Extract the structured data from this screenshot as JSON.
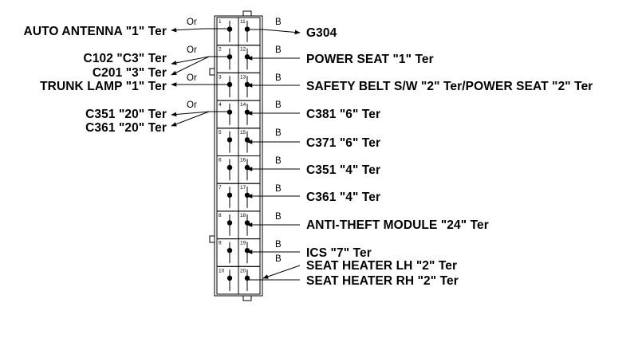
{
  "connector": {
    "pins_left": [
      "1",
      "2",
      "3",
      "4",
      "5",
      "6",
      "7",
      "8",
      "9",
      "10"
    ],
    "pins_right": [
      "11",
      "12",
      "13",
      "14",
      "15",
      "16",
      "17",
      "18",
      "19",
      "20"
    ]
  },
  "left_wires": [
    {
      "label": "AUTO ANTENNA \"1\" Ter",
      "color_code": "Or"
    },
    {
      "label": "C102 \"C3\" Ter",
      "color_code": "Or"
    },
    {
      "label": "C201 \"3\" Ter"
    },
    {
      "label": "TRUNK LAMP \"1\" Ter",
      "color_code": "Or"
    },
    {
      "label": "C351 \"20\" Ter",
      "color_code": "Or"
    },
    {
      "label": "C361 \"20\" Ter"
    }
  ],
  "right_wires": [
    {
      "label": "G304",
      "color_code": "B"
    },
    {
      "label": "POWER SEAT \"1\" Ter",
      "color_code": "B"
    },
    {
      "label": "SAFETY BELT S/W \"2\" Ter/POWER SEAT \"2\" Ter",
      "color_code": "B"
    },
    {
      "label": "C381 \"6\" Ter",
      "color_code": "B"
    },
    {
      "label": "C371 \"6\" Ter",
      "color_code": "B"
    },
    {
      "label": "C351 \"4\" Ter",
      "color_code": "B"
    },
    {
      "label": "C361 \"4\" Ter",
      "color_code": "B"
    },
    {
      "label": "ANTI-THEFT MODULE \"24\" Ter",
      "color_code": "B"
    },
    {
      "label": "ICS \"7\" Ter",
      "color_code": "B"
    },
    {
      "label": "SEAT HEATER LH \"2\" Ter",
      "color_code": "B"
    },
    {
      "label": "SEAT HEATER RH \"2\" Ter"
    }
  ]
}
